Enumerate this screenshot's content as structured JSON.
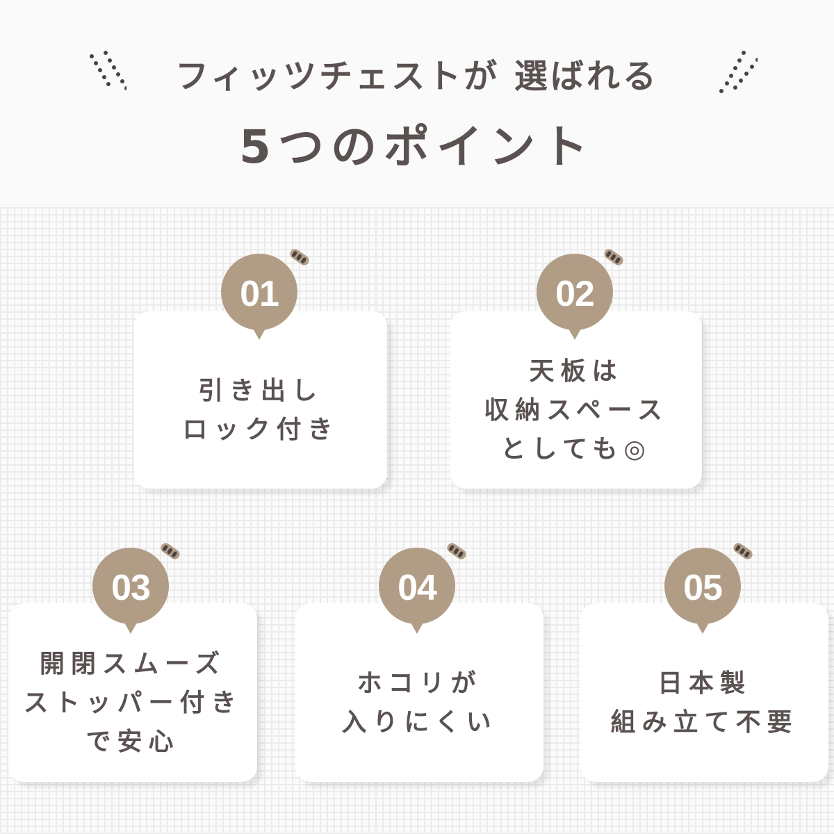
{
  "header": {
    "title_line1": "フィッツチェストが 選ばれる",
    "title_line2": "5つのポイント"
  },
  "colors": {
    "text": "#5a5250",
    "badge": "#b19d86",
    "card": "#ffffff",
    "grid_line": "#ebebeb",
    "background": "#fafafa"
  },
  "points": [
    {
      "number": "01",
      "text": "引き出し\nロック付き"
    },
    {
      "number": "02",
      "text": "天板は\n収納スペース\nとしても◎"
    },
    {
      "number": "03",
      "text": "開閉スムーズ\nストッパー付き\nで安心"
    },
    {
      "number": "04",
      "text": "ホコリが\n入りにくい"
    },
    {
      "number": "05",
      "text": "日本製\n組み立て不要"
    }
  ],
  "icons": {
    "decoration_left": "dotted-lines-icon",
    "decoration_right": "dotted-lines-icon",
    "badge_accent": "sparkle-icon"
  }
}
